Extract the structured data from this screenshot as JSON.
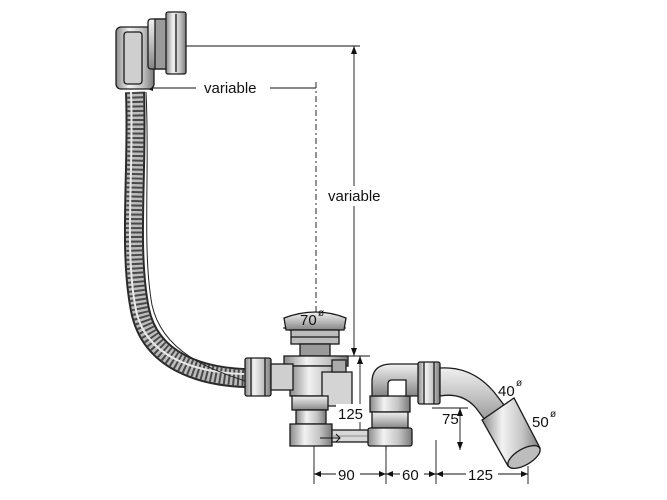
{
  "labels": {
    "variable_horizontal": "variable",
    "variable_vertical": "variable",
    "diameter_70": "70",
    "diameter_40": "40",
    "diameter_50": "50",
    "diameter_symbol": "ø",
    "height_125": "125",
    "height_75": "75",
    "width_90": "90",
    "width_60": "60",
    "width_125": "125"
  },
  "colors": {
    "outline": "#1a1a1a",
    "metal_light": "#e6e6e6",
    "metal_mid": "#b5b5b5",
    "metal_dark": "#7a7a7a",
    "hose_dark": "#555555",
    "hose_light": "#bdbdbd"
  }
}
